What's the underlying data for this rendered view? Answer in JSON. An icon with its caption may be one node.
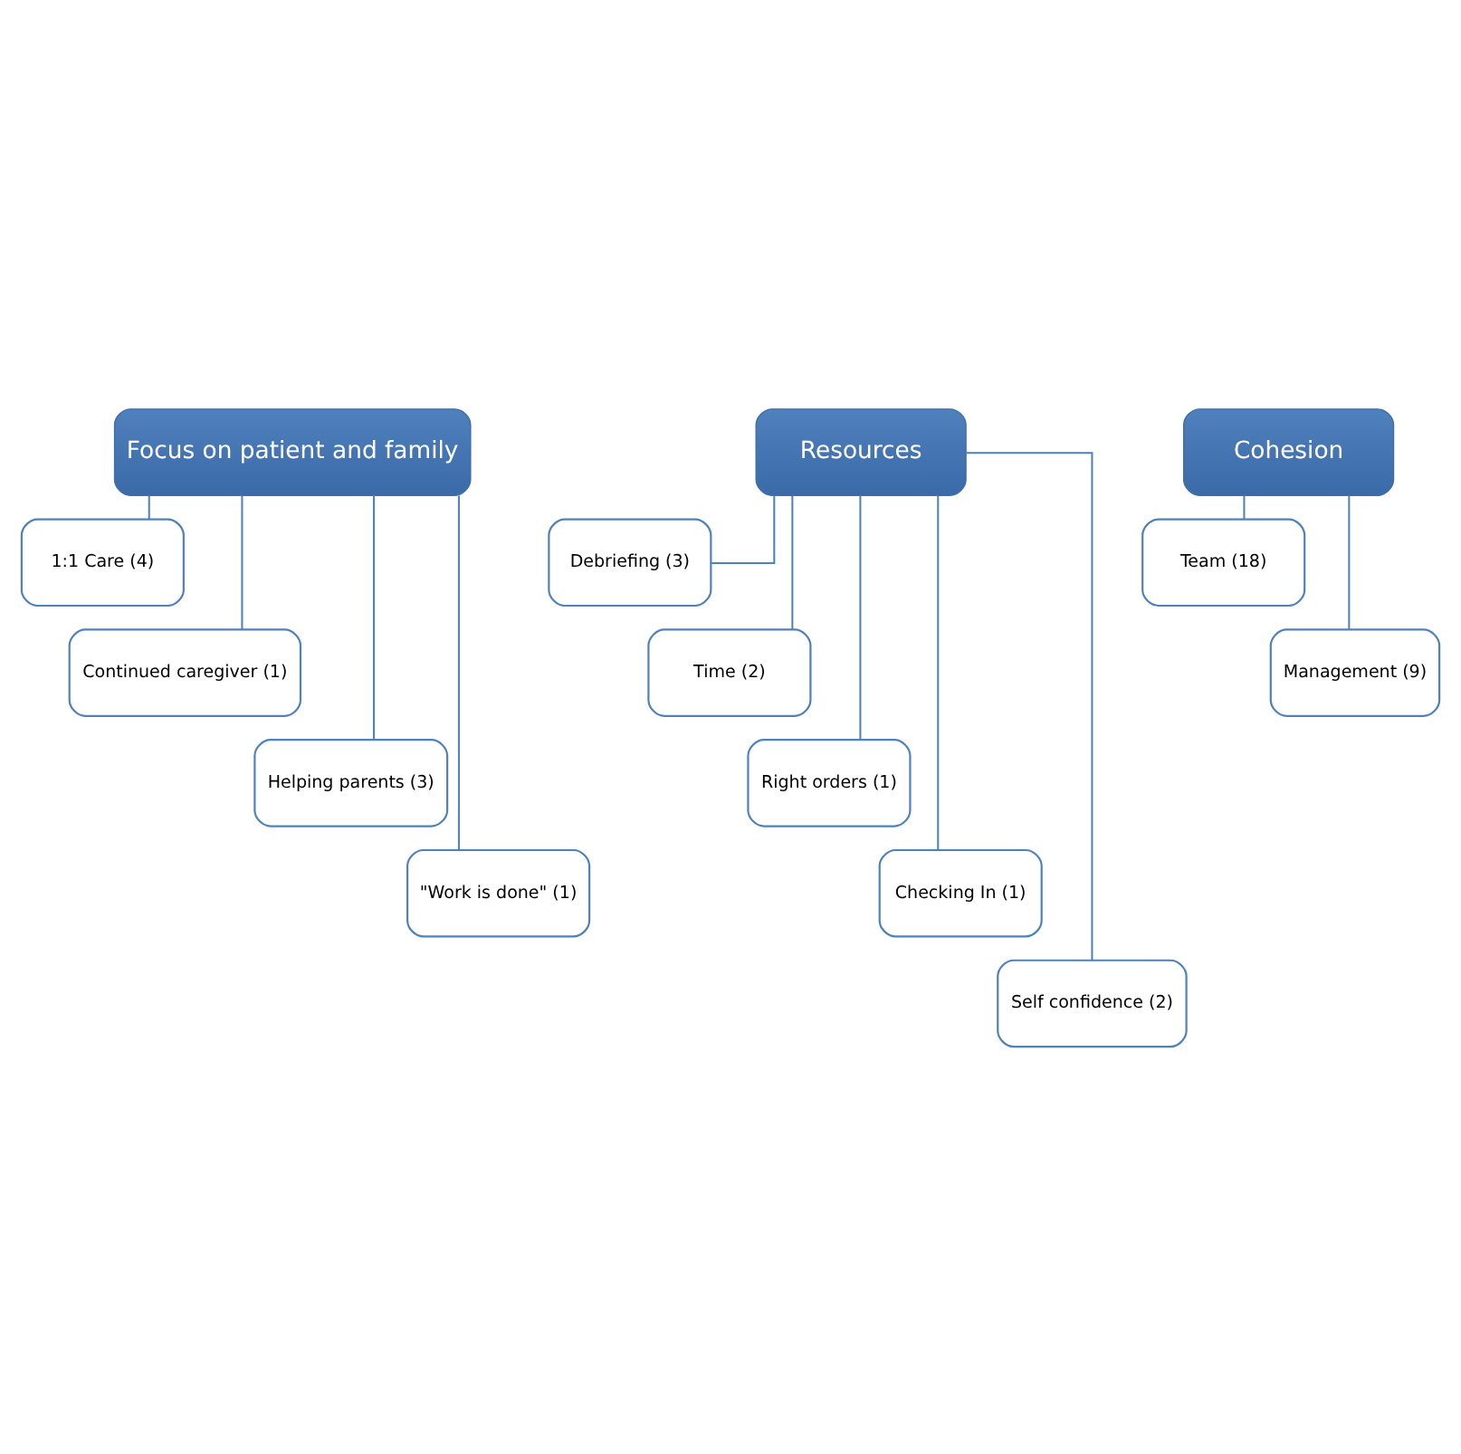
{
  "diagram": {
    "nodes": [
      {
        "text": [
          "Focus on patient and family"
        ]
      },
      {
        "text": [
          "1:1 Care (4)"
        ]
      },
      {
        "text": [
          "Continued caregiver (1)"
        ]
      },
      {
        "text": [
          "Helping parents (3)"
        ]
      },
      {
        "text": [
          "\"Work is done\" (1)"
        ]
      },
      {
        "text": [
          "Resources"
        ]
      },
      {
        "text": [
          "Debriefing (3)"
        ]
      },
      {
        "text": [
          "Time (2)"
        ]
      },
      {
        "text": [
          "Right orders (1)"
        ]
      },
      {
        "text": [
          "Checking In (1)"
        ]
      },
      {
        "text": [
          "Self confidence (2)"
        ]
      },
      {
        "text": [
          "Cohesion"
        ]
      },
      {
        "text": [
          "Team (18)"
        ]
      },
      {
        "text": [
          "Management (9)"
        ]
      }
    ],
    "edges": [
      {
        "from": 0,
        "to": 1,
        "arrow": "none"
      },
      {
        "from": 0,
        "to": 2,
        "arrow": "none"
      },
      {
        "from": 0,
        "to": 3,
        "arrow": "none"
      },
      {
        "from": 0,
        "to": 4,
        "arrow": "none"
      },
      {
        "from": 5,
        "to": 6,
        "arrow": "none"
      },
      {
        "from": 5,
        "to": 7,
        "arrow": "none"
      },
      {
        "from": 5,
        "to": 8,
        "arrow": "none"
      },
      {
        "from": 5,
        "to": 9,
        "arrow": "none"
      },
      {
        "from": 5,
        "to": 10,
        "arrow": "none"
      },
      {
        "from": 11,
        "to": 12,
        "arrow": "none"
      },
      {
        "from": 11,
        "to": 13,
        "arrow": "none"
      }
    ]
  }
}
